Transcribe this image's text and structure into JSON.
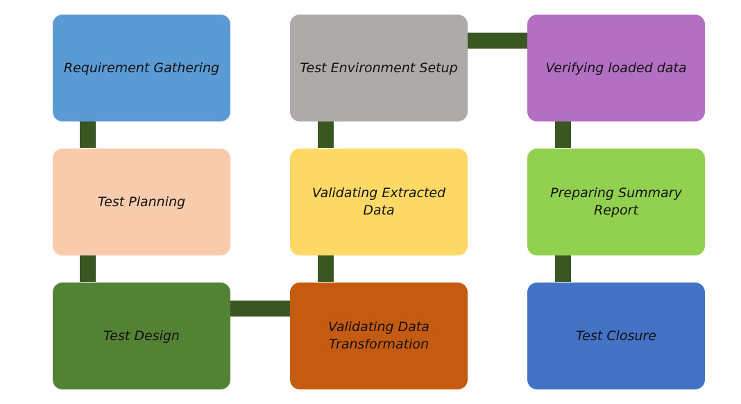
{
  "diagram": {
    "title": "",
    "steps": [
      {
        "label": "Requirement Gathering",
        "color": "#5b9bd5"
      },
      {
        "label": "Test Planning",
        "color": "#f8cbad"
      },
      {
        "label": "Test Design",
        "color": "#548235"
      },
      {
        "label": "Validating Data Transformation",
        "color": "#c55a11"
      },
      {
        "label": "Validating Extracted Data",
        "color": "#ffd966"
      },
      {
        "label": "Test Environment Setup",
        "color": "#aeaaaa"
      },
      {
        "label": "Verifying loaded data",
        "color": "#b370c3"
      },
      {
        "label": "Preparing Summary Report",
        "color": "#92d050"
      },
      {
        "label": "Test Closure",
        "color": "#4472c4"
      }
    ],
    "connector_color": "#3a5623"
  }
}
